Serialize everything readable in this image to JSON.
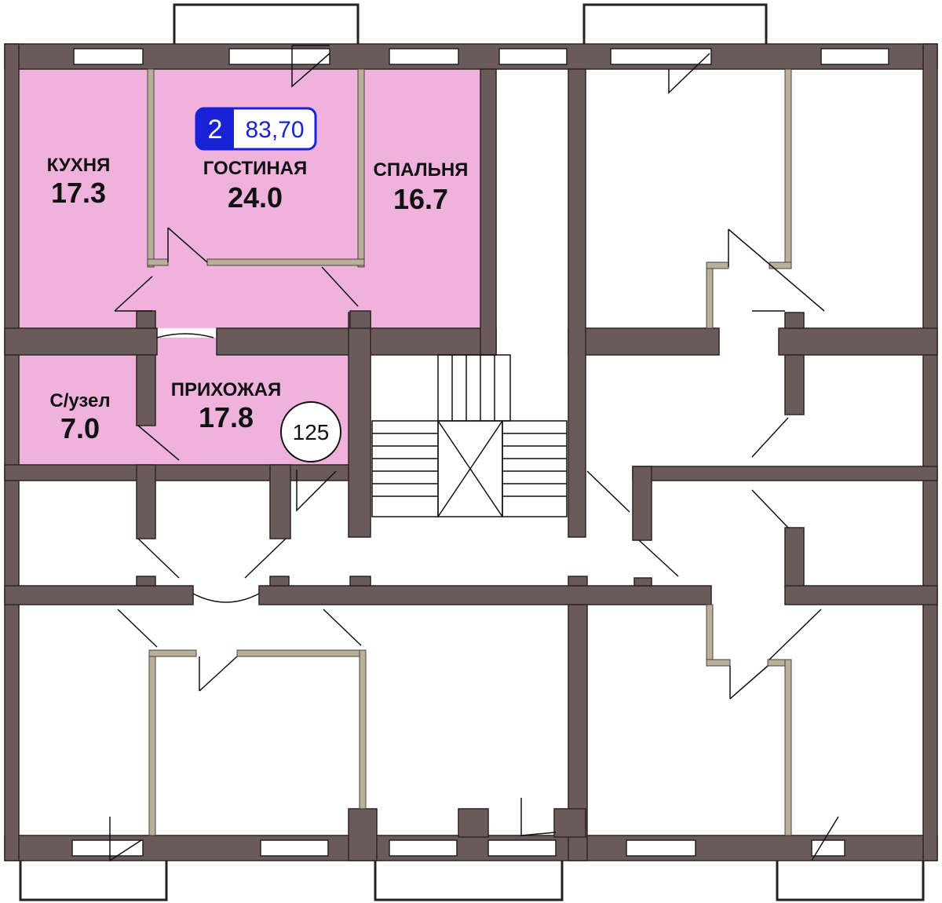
{
  "rooms": {
    "kitchen": {
      "name": "КУХНЯ",
      "area": "17.3"
    },
    "living": {
      "name": "ГОСТИНАЯ",
      "area": "24.0"
    },
    "bedroom": {
      "name": "СПАЛЬНЯ",
      "area": "16.7"
    },
    "bathroom": {
      "name": "С/узел",
      "area": "7.0"
    },
    "hallway": {
      "name": "ПРИХОЖАЯ",
      "area": "17.8"
    }
  },
  "badge": {
    "rooms": "2",
    "total_area": "83,70"
  },
  "apartment_number": "125",
  "colors": {
    "highlight": "#eeb2dc",
    "wall": "#6b5a5a",
    "badge_blue": "#1a22d6"
  }
}
